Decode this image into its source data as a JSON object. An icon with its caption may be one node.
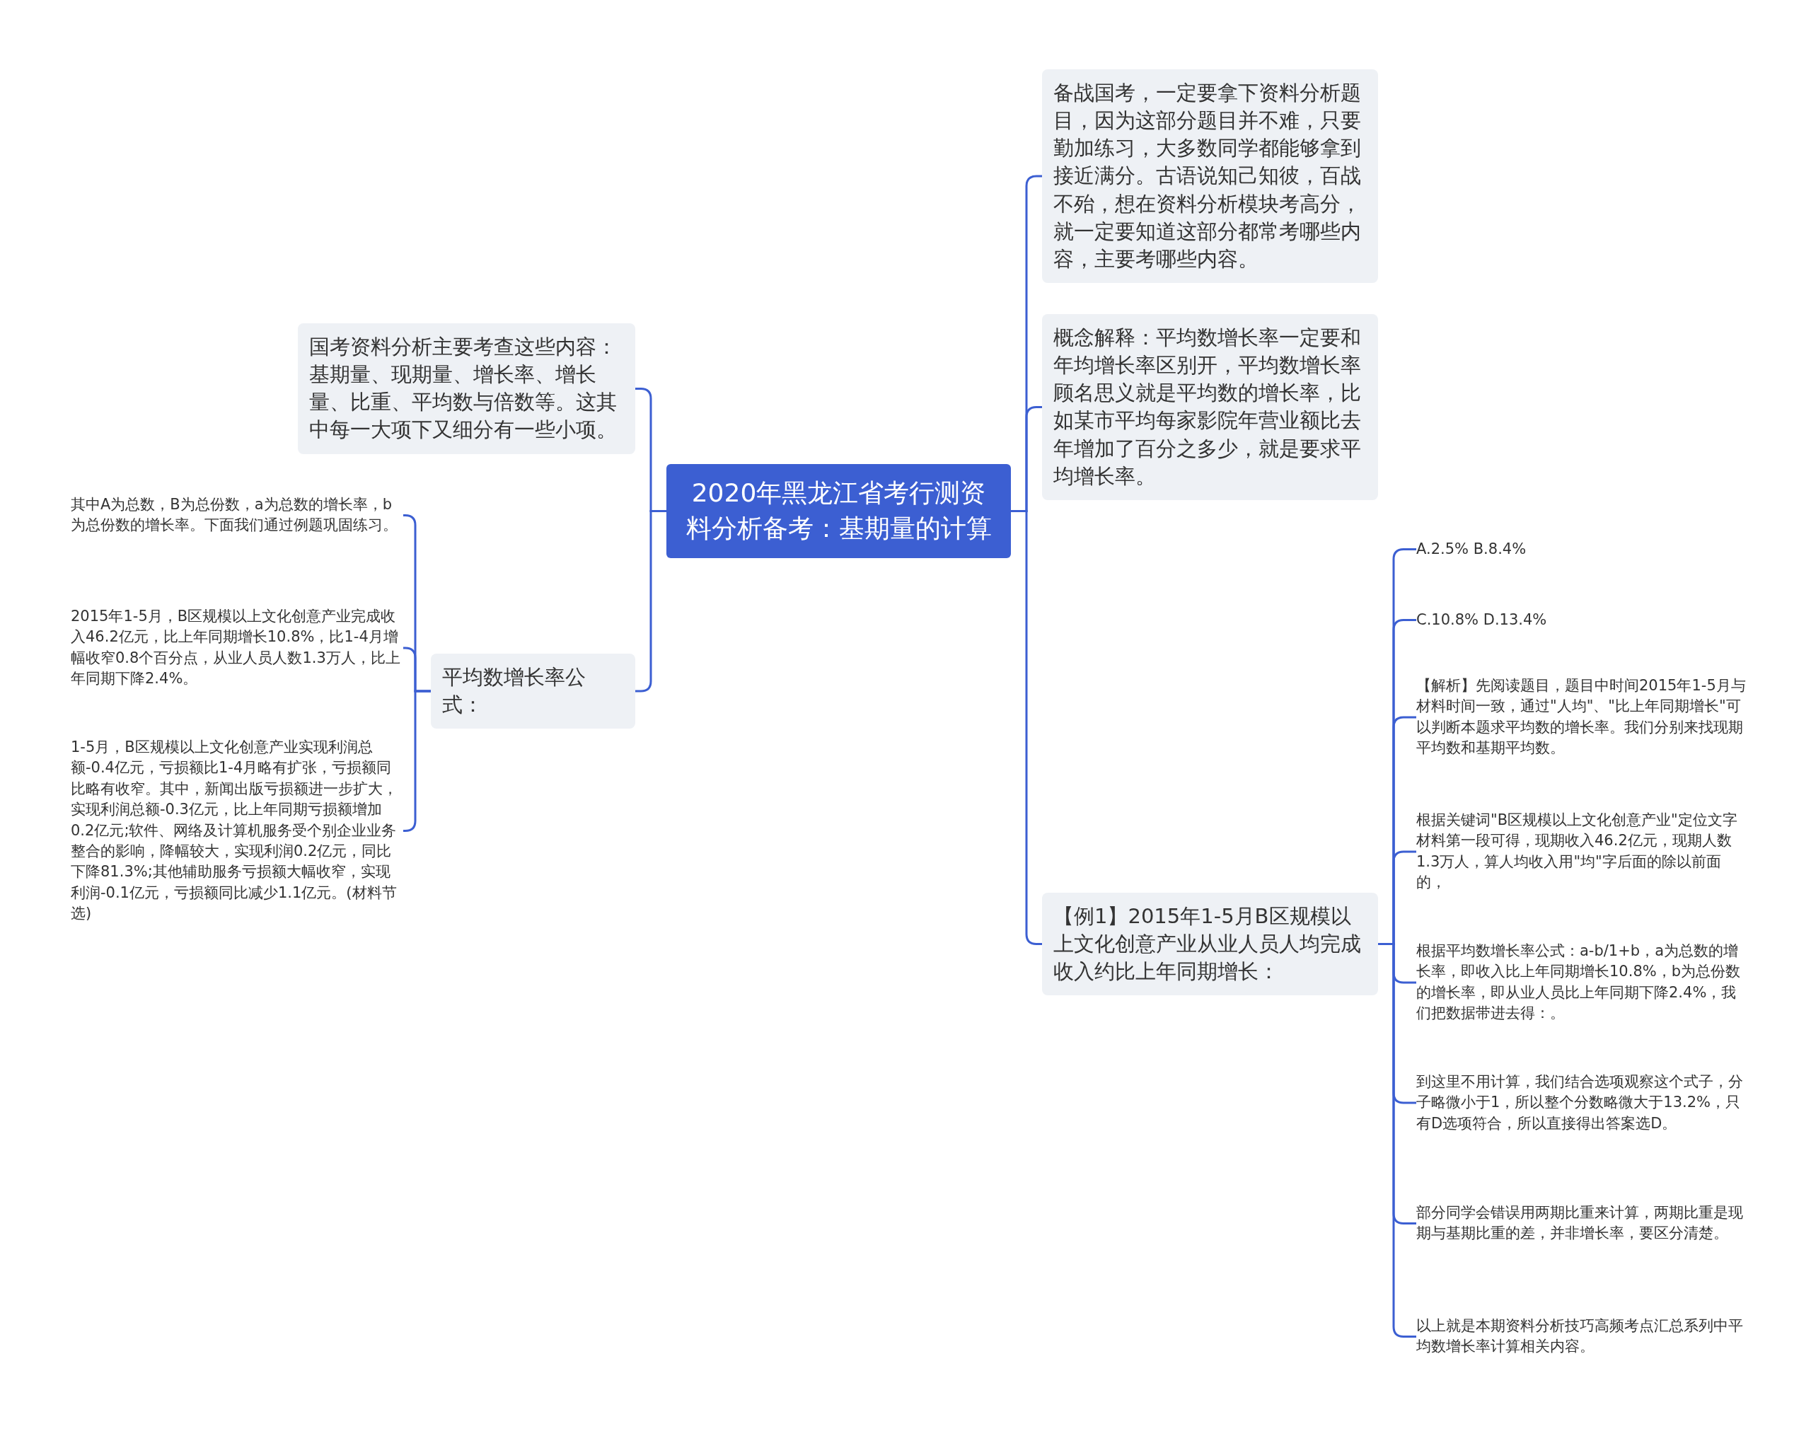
{
  "diagram": {
    "nodes": [
      {
        "text": [
          "2020年黑龙江省考行测资料分析备考：基期量的计算"
        ]
      },
      {
        "text": [
          "国考资料分析主要考查这些内容：基期量、现期量、增长率、增长量、比重、平均数与倍数等。这其中每一大项下又细分有一些小项。"
        ]
      },
      {
        "text": [
          "平均数增长率公式："
        ]
      },
      {
        "text": [
          "其中A为总数，B为总份数，a为总数的增长率，b为总份数的增长率。下面我们通过例题巩固练习。"
        ]
      },
      {
        "text": [
          "2015年1-5月，B区规模以上文化创意产业完成收入46.2亿元，比上年同期增长10.8%，比1-4月增幅收窄0.8个百分点，从业人员人数1.3万人，比上年同期下降2.4%。"
        ]
      },
      {
        "text": [
          "1-5月，B区规模以上文化创意产业实现利润总额-0.4亿元，亏损额比1-4月略有扩张，亏损额同比略有收窄。其中，新闻出版亏损额进一步扩大，实现利润总额-0.3亿元，比上年同期亏损额增加0.2亿元;软件、网络及计算机服务受个别企业业务整合的影响，降幅较大，实现利润0.2亿元，同比下降81.3%;其他辅助服务亏损额大幅收窄，实现利润-0.1亿元，亏损额同比减少1.1亿元。(材料节选)"
        ]
      },
      {
        "text": [
          "备战国考，一定要拿下资料分析题目，因为这部分题目并不难，只要勤加练习，大多数同学都能够拿到接近满分。古语说知己知彼，百战不殆，想在资料分析模块考高分，就一定要知道这部分都常考哪些内容，主要考哪些内容。"
        ]
      },
      {
        "text": [
          "概念解释：平均数增长率一定要和年均增长率区别开，平均数增长率顾名思义就是平均数的增长率，比如某市平均每家影院年营业额比去年增加了百分之多少，就是要求平均增长率。"
        ]
      },
      {
        "text": [
          "【例1】2015年1-5月B区规模以上文化创意产业从业人员人均完成收入约比上年同期增长："
        ]
      },
      {
        "text": [
          "A.2.5% B.8.4%"
        ]
      },
      {
        "text": [
          "C.10.8% D.13.4%"
        ]
      },
      {
        "text": [
          "【解析】先阅读题目，题目中时间2015年1-5月与材料时间一致，通过\"人均\"、\"比上年同期增长\"可以判断本题求平均数的增长率。我们分别来找现期平均数和基期平均数。"
        ]
      },
      {
        "text": [
          "根据关键词\"B区规模以上文化创意产业\"定位文字材料第一段可得，现期收入46.2亿元，现期人数1.3万人，算人均收入用\"均\"字后面的除以前面的，"
        ]
      },
      {
        "text": [
          "根据平均数增长率公式：a-b/1+b，a为总数的增长率，即收入比上年同期增长10.8%，b为总份数的增长率，即从业人员比上年同期下降2.4%，我们把数据带进去得：。"
        ]
      },
      {
        "text": [
          "到这里不用计算，我们结合选项观察这个式子，分子略微小于1，所以整个分数略微大于13.2%，只有D选项符合，所以直接得出答案选D。"
        ]
      },
      {
        "text": [
          "部分同学会错误用两期比重来计算，两期比重是现期与基期比重的差，并非增长率，要区分清楚。"
        ]
      },
      {
        "text": [
          "以上就是本期资料分析技巧高频考点汇总系列中平均数增长率计算相关内容。"
        ]
      }
    ],
    "edges": [
      {
        "from": 0,
        "to": 1,
        "arrow": "none"
      },
      {
        "from": 0,
        "to": 2,
        "arrow": "none"
      },
      {
        "from": 2,
        "to": 3,
        "arrow": "none"
      },
      {
        "from": 2,
        "to": 4,
        "arrow": "none"
      },
      {
        "from": 2,
        "to": 5,
        "arrow": "none"
      },
      {
        "from": 0,
        "to": 6,
        "arrow": "none"
      },
      {
        "from": 0,
        "to": 7,
        "arrow": "none"
      },
      {
        "from": 0,
        "to": 8,
        "arrow": "none"
      },
      {
        "from": 8,
        "to": 9,
        "arrow": "none"
      },
      {
        "from": 8,
        "to": 10,
        "arrow": "none"
      },
      {
        "from": 8,
        "to": 11,
        "arrow": "none"
      },
      {
        "from": 8,
        "to": 12,
        "arrow": "none"
      },
      {
        "from": 8,
        "to": 13,
        "arrow": "none"
      },
      {
        "from": 8,
        "to": 14,
        "arrow": "none"
      },
      {
        "from": 8,
        "to": 15,
        "arrow": "none"
      },
      {
        "from": 8,
        "to": 16,
        "arrow": "none"
      }
    ]
  }
}
